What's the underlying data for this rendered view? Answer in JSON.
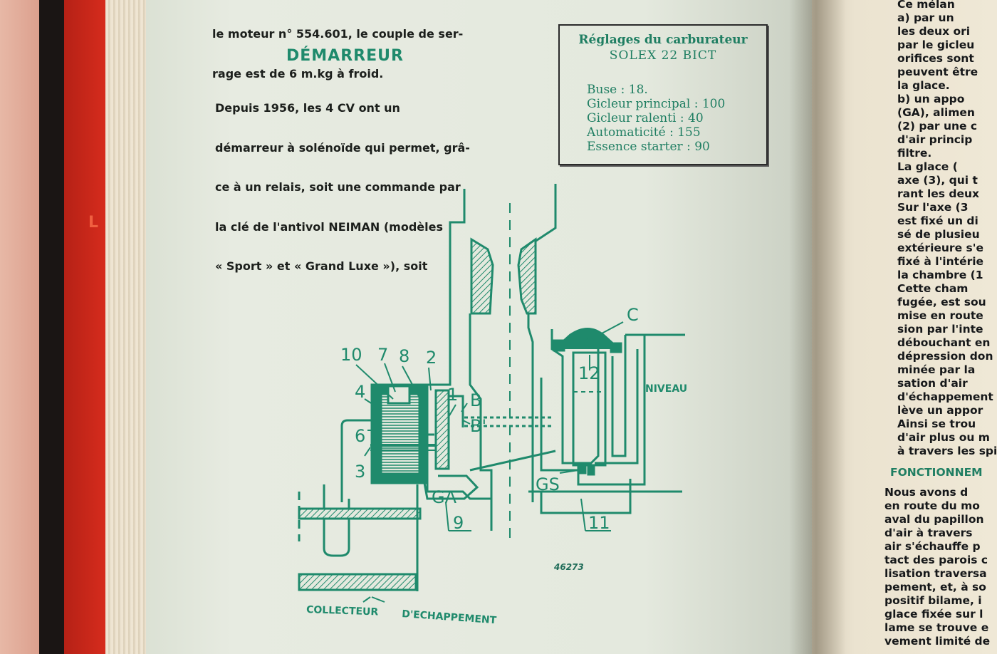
{
  "cover": {
    "letter": "L"
  },
  "left_column": {
    "intro_lines": [
      "le moteur n° 554.601, le couple de ser-",
      "rage est de 6 m.kg à froid."
    ],
    "heading": "DÉMARREUR",
    "para_lines": [
      "Depuis 1956, les 4 CV ont un",
      "démarreur à solénoïde qui permet, grâ-",
      "ce à un relais, soit une commande par",
      "la clé de l'antivol NEIMAN (modèles",
      "« Sport » et « Grand Luxe »), soit"
    ]
  },
  "spec_box": {
    "title_1": "Réglages du carburateur",
    "title_2": "SOLEX 22 BICT",
    "lines": [
      "Buse : 18.",
      "Gicleur principal : 100",
      "Gicleur ralenti : 40",
      "Automaticité : 155",
      "Essence starter : 90"
    ]
  },
  "diagram": {
    "labels": {
      "n10": "10",
      "n7": "7",
      "n8": "8",
      "n2": "2",
      "n4": "4",
      "n6": "6",
      "n3": "3",
      "n1": "1",
      "B": "B",
      "Bp": "B'",
      "C": "C",
      "n12": "12",
      "niveau": "NIVEAU",
      "GS": "GS",
      "GA": "GA",
      "n9": "9",
      "n11": "11",
      "ref": "46273",
      "caption_1": "COLLECTEUR",
      "caption_2": "D'ECHAPPEMENT"
    }
  },
  "right_column": {
    "lines": [
      "Ce mélan",
      "a) par un",
      "les deux ori",
      "par le gicleu",
      "orifices sont",
      "peuvent être",
      "la glace.",
      "b) un appo",
      "(GA), alimen",
      "(2) par une c",
      "d'air princip",
      "filtre.",
      "La glace (",
      "axe (3), qui t",
      "rant les deux",
      "Sur l'axe (3",
      "est fixé un di",
      "sé de plusieu",
      "extérieure s'e",
      "fixé à l'intérie",
      "la chambre (1",
      "Cette cham",
      "fugée, est sou",
      "mise en route",
      "sion par l'inte",
      "débouchant en",
      "dépression don",
      "minée par la",
      "sation d'air",
      "d'échappement",
      "lève un appor",
      "Ainsi se trou",
      "d'air plus ou m",
      "à travers les spi"
    ],
    "heading": "FONCTIONNEM",
    "lines_2": [
      "Nous avons d",
      "en route du mo",
      "aval du papillon",
      "d'air à travers",
      "air s'échauffe p",
      "tact des parois c",
      "lisation traversa",
      "pement, et, à so",
      "positif bilame, i",
      "glace fixée sur l",
      "lame se trouve e",
      "vement limité de"
    ]
  },
  "colors": {
    "ink_green": "#1f8a6c",
    "page": "#e4e9de",
    "cover_red": "#d72c1d"
  }
}
